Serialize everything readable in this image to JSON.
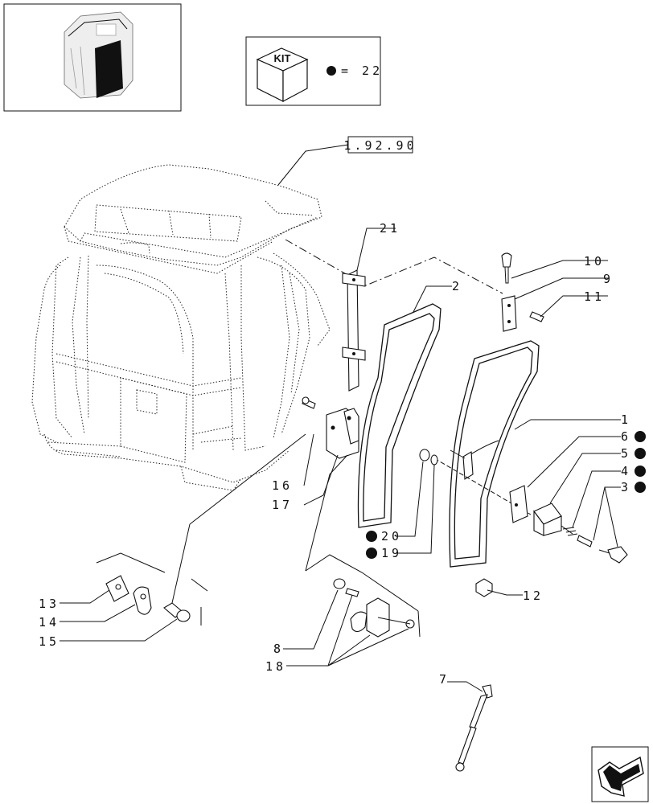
{
  "kit_box": {
    "badge": "KIT",
    "legend": "= 22"
  },
  "ref_box": {
    "code": "1.92.90"
  },
  "callouts": [
    {
      "id": "c1",
      "text": "1",
      "kit": false
    },
    {
      "id": "c2",
      "text": "2",
      "kit": false
    },
    {
      "id": "c3",
      "text": "3",
      "kit": true
    },
    {
      "id": "c4",
      "text": "4",
      "kit": true
    },
    {
      "id": "c5",
      "text": "5",
      "kit": true
    },
    {
      "id": "c6",
      "text": "6",
      "kit": true
    },
    {
      "id": "c7",
      "text": "7",
      "kit": false
    },
    {
      "id": "c8",
      "text": "8",
      "kit": false
    },
    {
      "id": "c9",
      "text": "9",
      "kit": false
    },
    {
      "id": "c10",
      "text": "10",
      "kit": false
    },
    {
      "id": "c11",
      "text": "11",
      "kit": false
    },
    {
      "id": "c12",
      "text": "12",
      "kit": false
    },
    {
      "id": "c13",
      "text": "13",
      "kit": false
    },
    {
      "id": "c14",
      "text": "14",
      "kit": false
    },
    {
      "id": "c15",
      "text": "15",
      "kit": false
    },
    {
      "id": "c16",
      "text": "16",
      "kit": false
    },
    {
      "id": "c17",
      "text": "17",
      "kit": false
    },
    {
      "id": "c18",
      "text": "18",
      "kit": false
    },
    {
      "id": "c19",
      "text": "19",
      "kit": true
    },
    {
      "id": "c20",
      "text": "20",
      "kit": true
    },
    {
      "id": "c21",
      "text": "21",
      "kit": false
    }
  ],
  "icons": {
    "thumbnail": "cab-thumbnail-icon",
    "kit": "kit-box-icon",
    "kit_marker": "filled-circle-icon",
    "next_page": "arrow-next-page-icon"
  }
}
